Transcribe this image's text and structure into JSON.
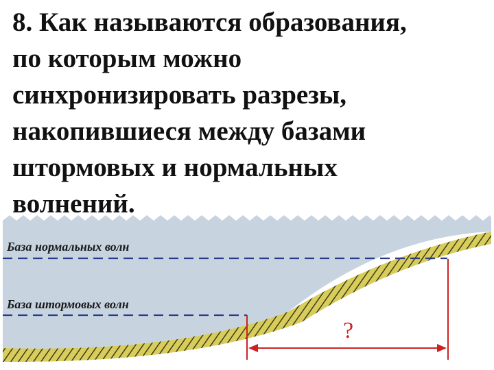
{
  "question": {
    "text": "8. Как называются образования,\nпо которым можно\nсинхронизировать разрезы,\nнакопившиеся между базами\nштормовых и нормальных\nволнений."
  },
  "diagram": {
    "normal_wave_base_label": "База нормальных волн",
    "storm_wave_base_label": "База штормовых волн",
    "unknown_marker": "?",
    "colors": {
      "water": "#c7d4e0",
      "sediment": "#d8cc5a",
      "hatch": "#3c3c1e",
      "sand": "#f3ecb0",
      "dashed_line": "#2a3a8a",
      "marker": "#cc2222"
    }
  }
}
